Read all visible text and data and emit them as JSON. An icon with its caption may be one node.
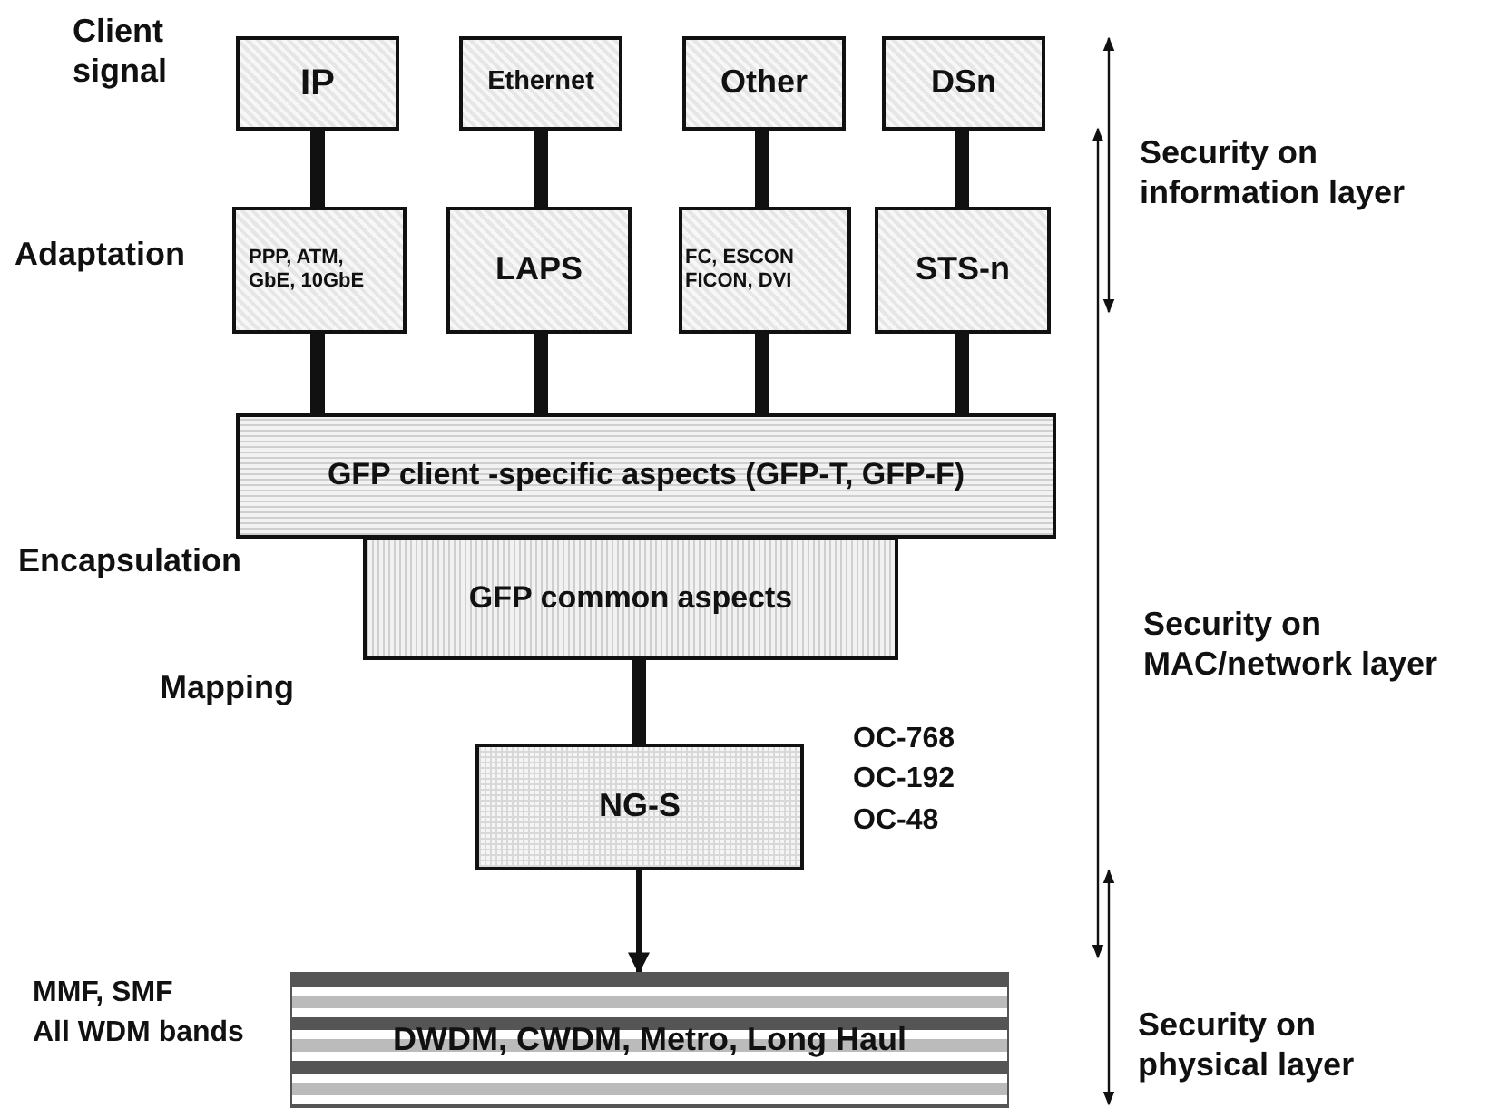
{
  "diagram": {
    "nodes": [
      {
        "text": [
          "IP"
        ]
      },
      {
        "text": [
          "Ethernet"
        ]
      },
      {
        "text": [
          "Other"
        ]
      },
      {
        "text": [
          "DSn"
        ]
      },
      {
        "text": [
          "PPP, ATM, GbE, 10GbE"
        ]
      },
      {
        "text": [
          "LAPS"
        ]
      },
      {
        "text": [
          "FC, ESCON FICON, DVI"
        ]
      },
      {
        "text": [
          "STS-n"
        ]
      },
      {
        "text": [
          "GFP client -specific aspects (GFP-T, GFP-F)"
        ]
      },
      {
        "text": [
          "GFP common aspects"
        ]
      },
      {
        "text": [
          "NG-S"
        ],
        "beside": [
          "OC-768",
          "OC-192",
          "OC-48"
        ]
      },
      {
        "text": [
          "DWDM, CWDM, Metro, Long Haul"
        ],
        "beside": [
          "MMF, SMF",
          "All WDM bands"
        ]
      }
    ],
    "edges": [
      {
        "from": 0,
        "to": 4,
        "arrow": "none"
      },
      {
        "from": 1,
        "to": 5,
        "arrow": "none"
      },
      {
        "from": 2,
        "to": 6,
        "arrow": "none"
      },
      {
        "from": 3,
        "to": 7,
        "arrow": "none"
      },
      {
        "from": 4,
        "to": 8,
        "arrow": "none"
      },
      {
        "from": 5,
        "to": 8,
        "arrow": "none"
      },
      {
        "from": 6,
        "to": 8,
        "arrow": "none"
      },
      {
        "from": 7,
        "to": 8,
        "arrow": "none"
      },
      {
        "from": 9,
        "to": 10,
        "arrow": "none"
      },
      {
        "from": 10,
        "to": 11,
        "arrow": "to"
      }
    ],
    "labels": [
      "Client signal",
      "Security on information layer",
      "Adaptation",
      "Encapsulation",
      "Security on MAC/network layer",
      "Mapping",
      "Security on physical layer"
    ]
  }
}
